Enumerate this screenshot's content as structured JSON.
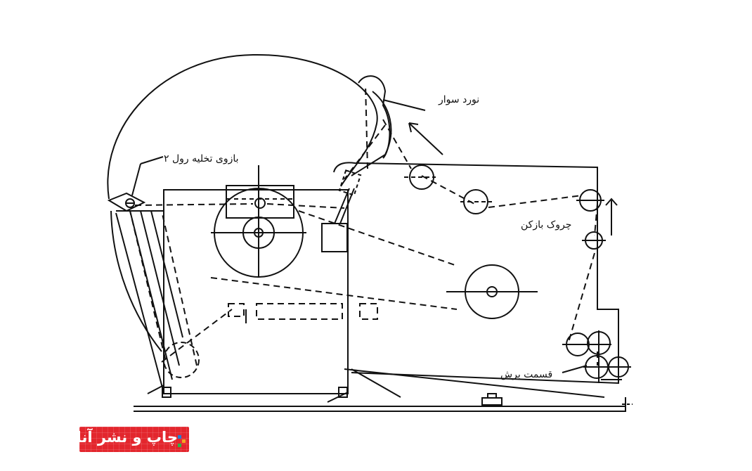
{
  "labels": {
    "rider_roller": "نورد سوار",
    "unwind_arm": "بازوی تخلیه رول ۲",
    "creaser": "چروک بازکن",
    "cutting_section": "قسمت برش"
  },
  "logo": {
    "text": "چاپ و نشر آنلاین",
    "colors": {
      "background": "#e3262d",
      "text": "#ffffff",
      "dot1": "#1c7ed6",
      "dot2": "#f5a623",
      "dot3": "#2fb344"
    }
  },
  "colors": {
    "line": "#111111",
    "background": "#ffffff"
  }
}
